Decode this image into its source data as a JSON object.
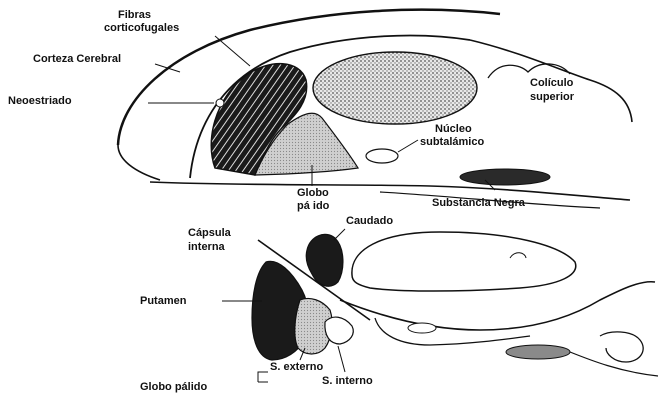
{
  "labels": {
    "fibras_1": "Fibras",
    "fibras_2": "corticofugales",
    "corteza": "Corteza Cerebral",
    "neoestriado": "Neoestriado",
    "coliculo_1": "Colículo",
    "coliculo_2": "superior",
    "nucleo_1": "Núcleo",
    "nucleo_2": "subtalámico",
    "globo_1": "Globo",
    "globo_2": "pá ido",
    "substancia": "Substancia Negra",
    "capsula_1": "Cápsula",
    "capsula_2": "interna",
    "caudado": "Caudado",
    "putamen": "Putamen",
    "s_externo": "S. externo",
    "s_interno": "S. interno",
    "globo_palido": "Globo pálido"
  },
  "colors": {
    "ink": "#111111",
    "dark_fill": "#1a1a1a",
    "grey_fill": "#8a8a8a",
    "light_grey": "#c8c8c8",
    "dotted_fill": "#b0b0b0",
    "background": "#ffffff"
  }
}
